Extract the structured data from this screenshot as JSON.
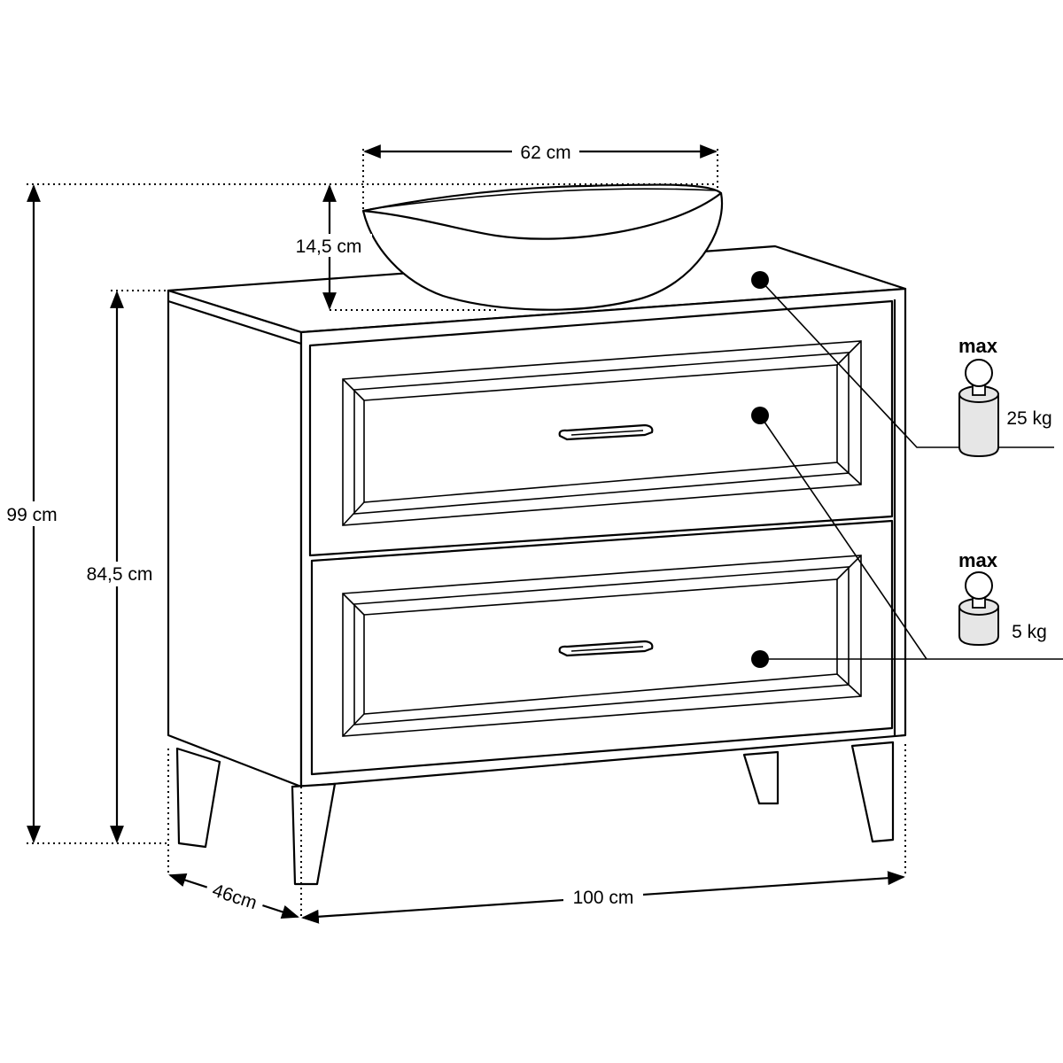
{
  "dimensions": {
    "basin_width": "62 cm",
    "basin_height": "14,5 cm",
    "total_height": "99 cm",
    "cabinet_height": "84,5 cm",
    "depth": "46cm",
    "width": "100 cm"
  },
  "load_limits": [
    {
      "label": "max",
      "weight": "25 kg"
    },
    {
      "label": "max",
      "weight": "5 kg"
    }
  ],
  "icons": [
    "weight-icon",
    "weight-icon"
  ],
  "colors": {
    "line": "#000000",
    "weight_fill": "#e6e6e6"
  }
}
